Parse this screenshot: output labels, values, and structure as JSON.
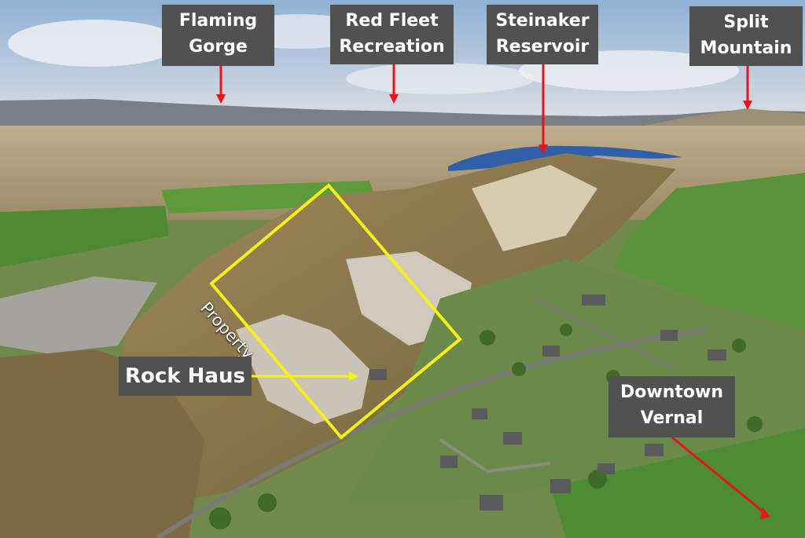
{
  "callouts": {
    "flaming_gorge": "Flaming\nGorge",
    "red_fleet": "Red Fleet\nRecreation",
    "steinaker": "Steinaker\nReservoir",
    "split_mountain": "Split\nMountain",
    "rock_haus": "Rock Haus",
    "downtown_vernal": "Downtown\nVernal"
  },
  "property_label": "Property",
  "colors": {
    "callout_bg": "#515151",
    "callout_text": "#ffffff",
    "arrow_red": "#e8141b",
    "boundary_yellow": "#f7ef1a",
    "reservoir_blue": "#2f5fa8",
    "field_green": "#4f8a33"
  }
}
